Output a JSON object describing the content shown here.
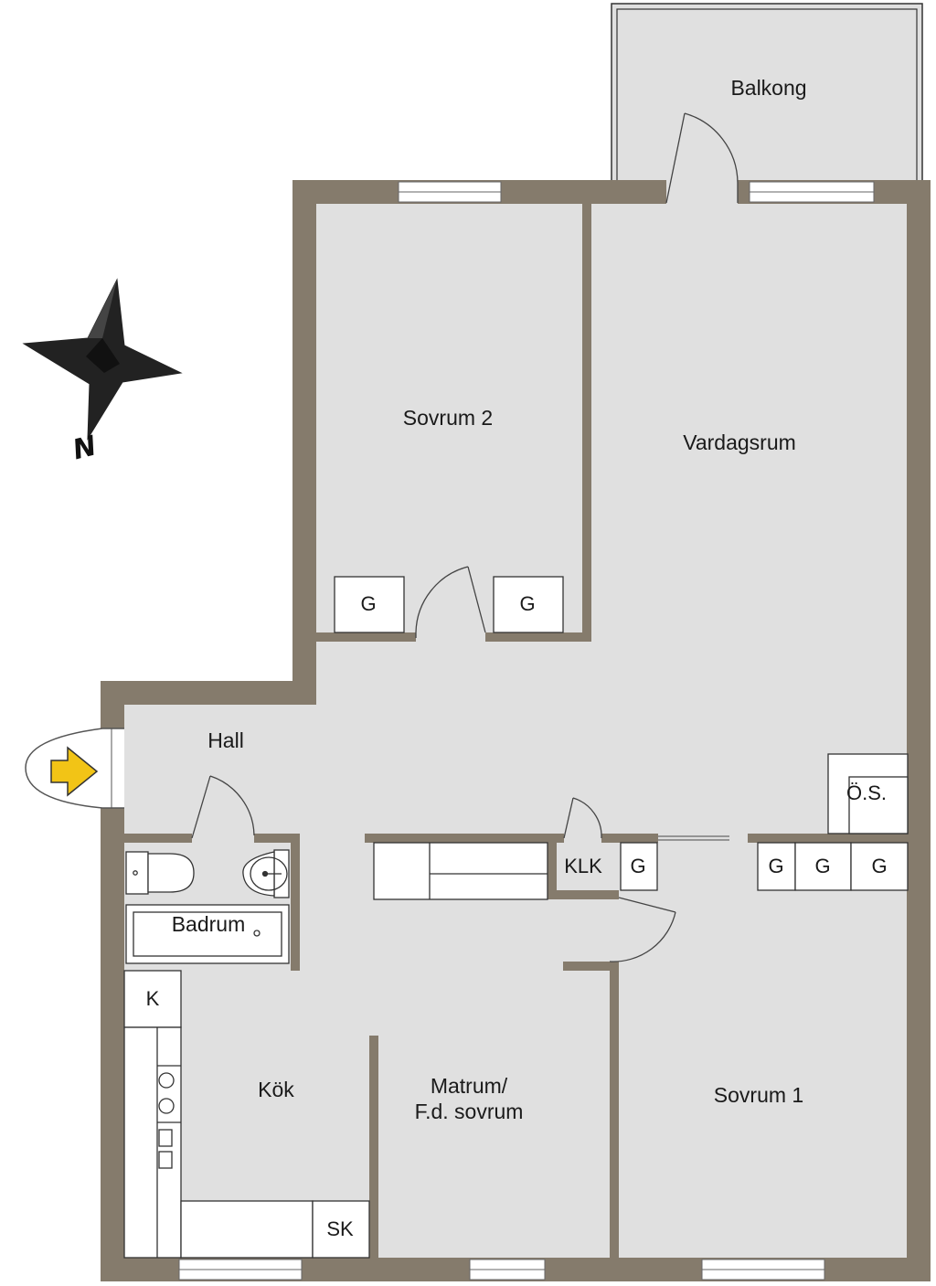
{
  "floorplan": {
    "rooms": {
      "balkong": "Balkong",
      "sovrum2": "Sovrum 2",
      "vardagsrum": "Vardagsrum",
      "hall": "Hall",
      "badrum": "Badrum",
      "kok": "Kök",
      "matrum_line1": "Matrum/",
      "matrum_line2": "F.d. sovrum",
      "sovrum1": "Sovrum 1"
    },
    "fixtures": {
      "garderob": "G",
      "klk": "KLK",
      "os": "Ö.S.",
      "kyl": "K",
      "skap": "SK"
    },
    "compass": {
      "north": "N"
    },
    "colors": {
      "wall": "#857b6c",
      "floor": "#e0e0e0",
      "arrow": "#f2c416",
      "compass": "#222222"
    }
  }
}
